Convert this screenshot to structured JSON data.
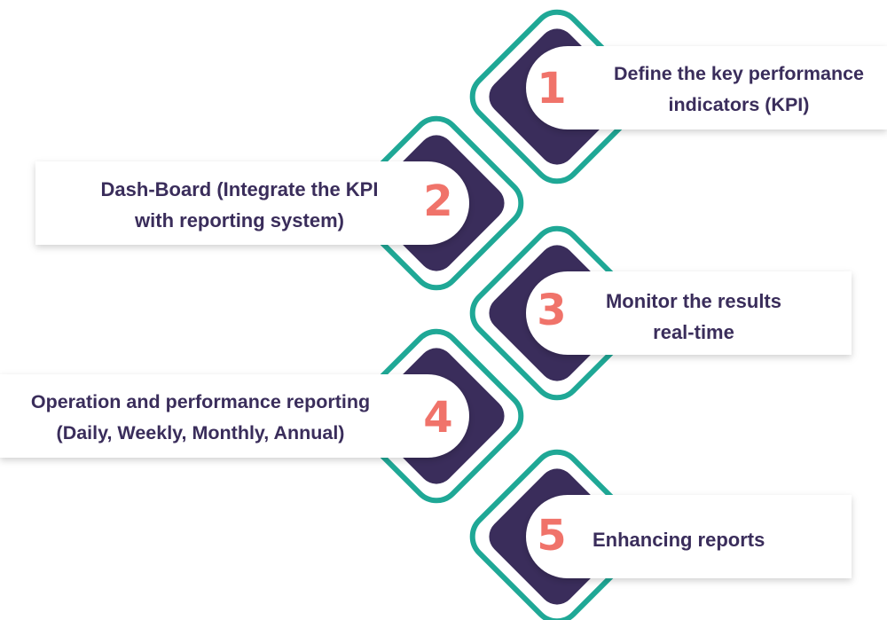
{
  "colors": {
    "outline": "#1fa896",
    "diamond_fill": "#3a2d5b",
    "pill_fill": "#ffffff",
    "number": "#f0736a",
    "text": "#3a2d5b"
  },
  "steps": [
    {
      "number": "1",
      "lines": [
        "Define the key performance",
        "indicators (KPI)"
      ]
    },
    {
      "number": "2",
      "lines": [
        "Dash-Board (Integrate the KPI",
        "with reporting system)"
      ]
    },
    {
      "number": "3",
      "lines": [
        "Monitor the results",
        "real-time"
      ]
    },
    {
      "number": "4",
      "lines": [
        "Operation and performance reporting",
        "(Daily, Weekly, Monthly, Annual)"
      ]
    },
    {
      "number": "5",
      "lines": [
        "Enhancing reports"
      ]
    }
  ]
}
